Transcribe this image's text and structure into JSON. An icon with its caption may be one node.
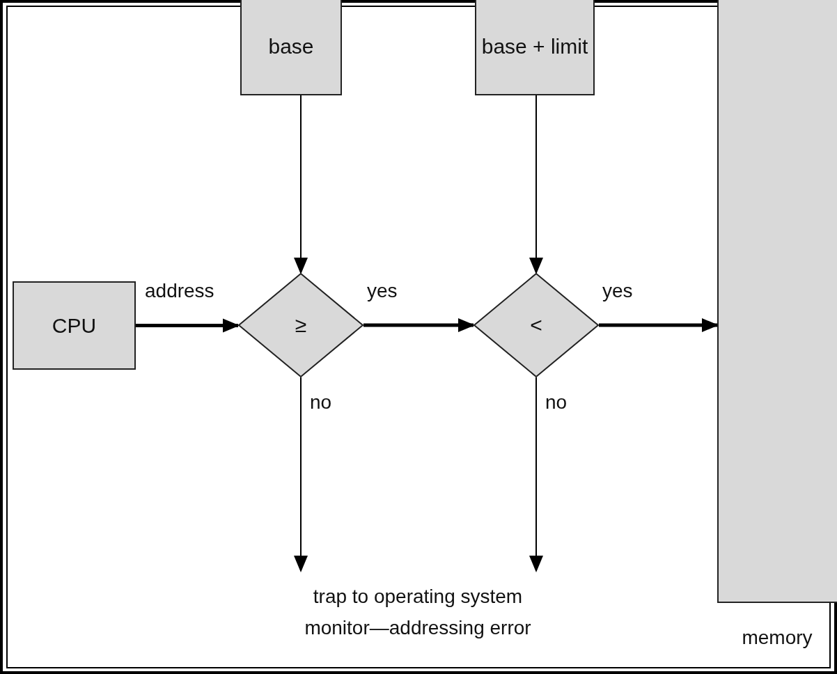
{
  "diagram": {
    "nodes": [
      {
        "text": [
          "base"
        ]
      },
      {
        "text": [
          "base + limit"
        ]
      },
      {
        "text": [
          "CPU"
        ]
      },
      {
        "text": [
          "≥"
        ]
      },
      {
        "text": [
          "<"
        ]
      },
      {
        "text": [],
        "shape": "box",
        "beside": [
          "memory"
        ]
      },
      {
        "text": [
          "trap to operating system monitor—addressing error"
        ]
      }
    ],
    "edges": [
      {
        "from": 2,
        "to": 3,
        "arrow": "to",
        "label": "address",
        "style": "thick"
      },
      {
        "from": 0,
        "to": 3,
        "arrow": "to"
      },
      {
        "from": 3,
        "to": 4,
        "arrow": "to",
        "label": "yes",
        "style": "thick"
      },
      {
        "from": 1,
        "to": 4,
        "arrow": "to"
      },
      {
        "from": 4,
        "to": 5,
        "arrow": "to",
        "label": "yes",
        "style": "thick"
      },
      {
        "from": 3,
        "to": 6,
        "arrow": "to",
        "label": "no"
      },
      {
        "from": 4,
        "to": 6,
        "arrow": "to",
        "label": "no"
      }
    ]
  }
}
